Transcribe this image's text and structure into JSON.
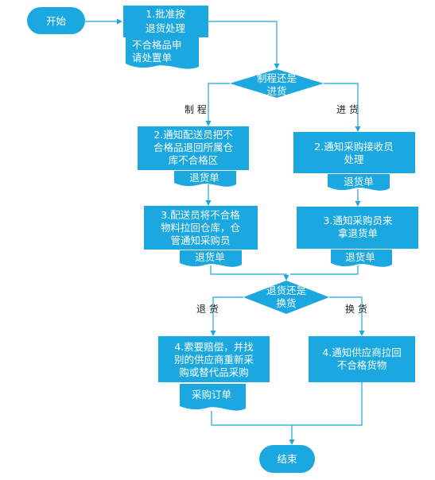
{
  "start": "开始",
  "end": "结束",
  "step1": {
    "lines": [
      "1.批准按",
      "退货处理"
    ],
    "doc": [
      "不合格品申",
      "请处置单"
    ]
  },
  "decision1": {
    "lines": [
      "制程还是",
      "进货"
    ],
    "left": "制 程",
    "right": "进 货"
  },
  "left2": {
    "lines": [
      "2.通知配送员把不",
      "合格品退回所属仓",
      "库不合格区"
    ],
    "doc": "退货单"
  },
  "right2": {
    "lines": [
      "2.通知采购接收员",
      "处理"
    ],
    "doc": "退货单"
  },
  "left3": {
    "lines": [
      "3.配送员将不合格",
      "物料拉回仓库，仓",
      "管通知采购员"
    ],
    "doc": "退货单"
  },
  "right3": {
    "lines": [
      "3.通知采购员来",
      "拿退货单"
    ],
    "doc": "退货单"
  },
  "decision2": {
    "lines": [
      "退货还是",
      "换货"
    ],
    "left": "退 货",
    "right": "换 货"
  },
  "left4": {
    "lines": [
      "4.索要赔偿，并找",
      "别的供应商重新采",
      "购或替代品采购"
    ],
    "doc": "采购订单"
  },
  "right4": {
    "lines": [
      "4.通知供应商拉回",
      "不合格货物"
    ]
  },
  "colors": {
    "primary": "#1ba8e0",
    "background": "#ffffff",
    "label": "#222222"
  }
}
